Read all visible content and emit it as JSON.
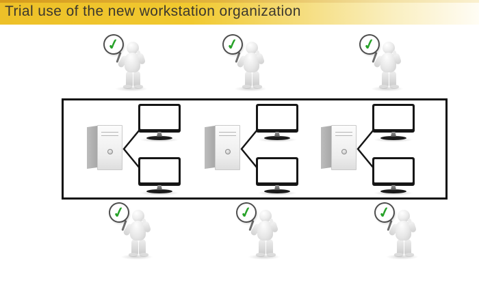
{
  "slide": {
    "title": "Trial use of the new workstation organization"
  },
  "title_bar": {
    "background_left_color": "#EFC52C",
    "background_right_color": "#FDFAEC",
    "accent_top_color": "#D79C1B",
    "text_color": "#3B372E"
  },
  "figures": {
    "check_glyph": "✓",
    "check_color": "#28A22A",
    "sign_shape": "circle-on-stick",
    "pose": "thumbs-up holding approval sign",
    "top_row_count": 3,
    "bottom_row_count": 3
  },
  "diagram": {
    "box_border_color": "#111111",
    "description": "three workstations, each one tower connected to two monitors",
    "workstations": [
      {
        "id": "workstation-1",
        "towers": 1,
        "monitors": 2
      },
      {
        "id": "workstation-2",
        "towers": 1,
        "monitors": 2
      },
      {
        "id": "workstation-3",
        "towers": 1,
        "monitors": 2
      }
    ]
  }
}
